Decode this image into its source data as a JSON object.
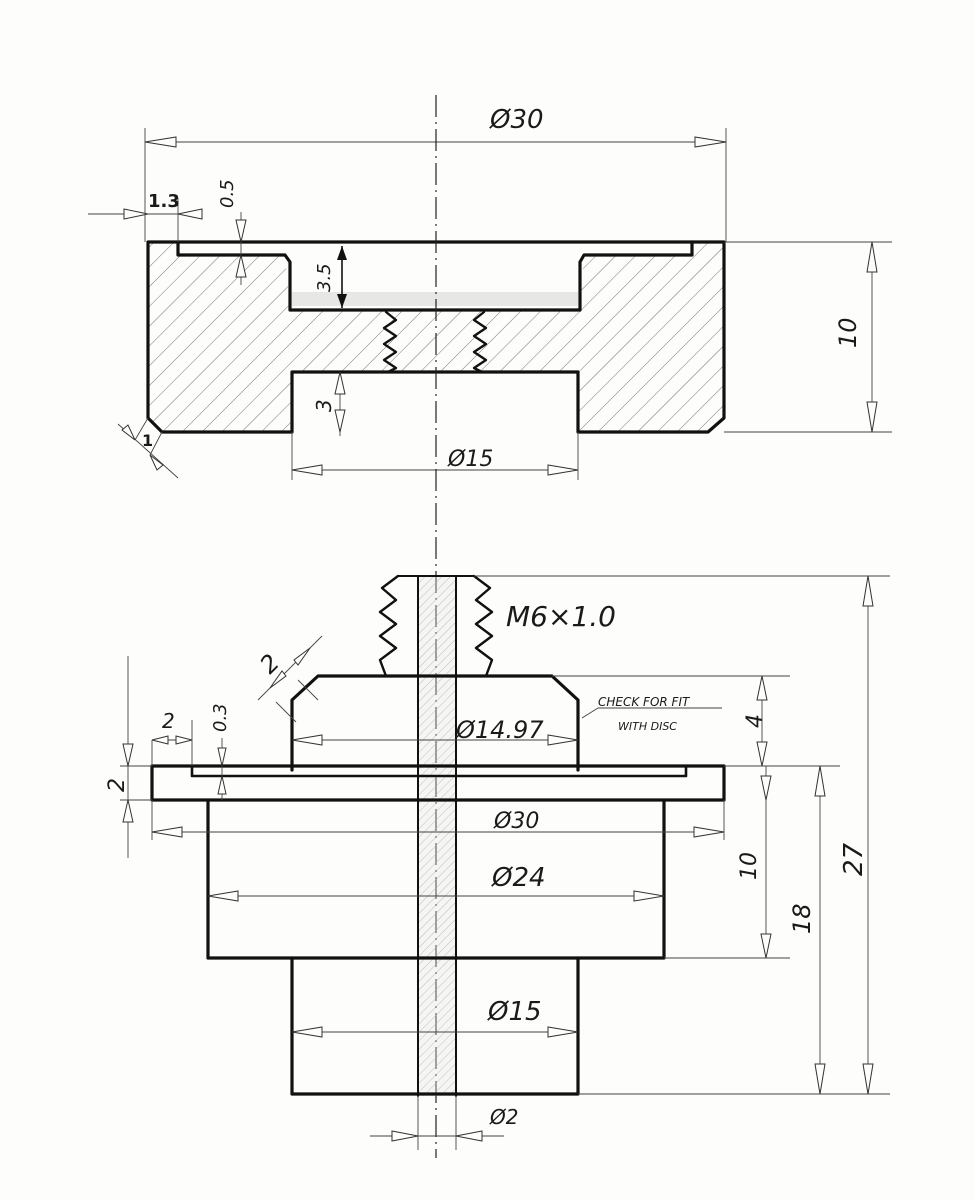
{
  "top_view": {
    "dim_overall_diameter": "Ø30",
    "dim_wall": "1.3",
    "dim_recess_depth": "0.5",
    "dim_pocket_depth": "3.5",
    "dim_height": "10",
    "dim_bore_depth": "3",
    "dim_bore_diameter": "Ø15",
    "dim_chamfer": "1"
  },
  "side_view": {
    "thread": "M6×1.0",
    "dim_chamfer": "2",
    "dim_step_width": "2",
    "dim_step_depth": "0.3",
    "dim_boss_diameter": "Ø14.97",
    "note_line1": "CHECK FOR FIT",
    "note_line2": "WITH DISC",
    "dim_boss_height": "4",
    "dim_flange_thickness": "2",
    "dim_flange_diameter": "Ø30",
    "dim_body_diameter": "Ø24",
    "dim_body_height": "10",
    "dim_lower_height": "18",
    "dim_total_height": "27",
    "dim_shaft_diameter": "Ø15",
    "dim_hole_diameter": "Ø2"
  }
}
